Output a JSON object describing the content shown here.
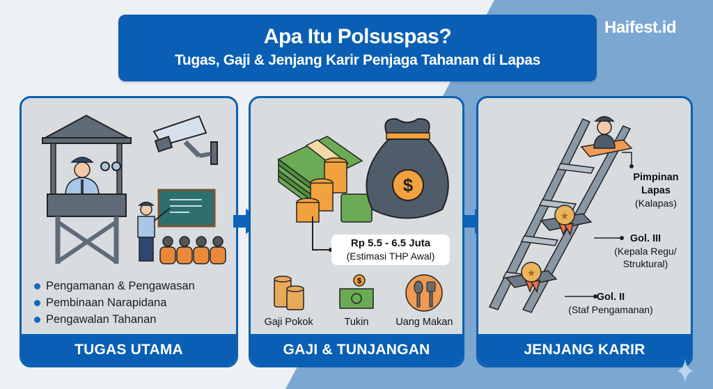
{
  "header": {
    "title": "Apa Itu Polsuspas?",
    "subtitle": "Tugas, Gaji & Jenjang Karir Penjaga Tahanan di Lapas",
    "brand": "Haifest.id"
  },
  "colors": {
    "primary_blue": "#0a5fb4",
    "background_light": "#eef1f3",
    "background_blue": "#7ba7d1",
    "card_bg": "#d9dcdf",
    "bullet": "#1766c0"
  },
  "cards": [
    {
      "title": "TUGAS UTAMA",
      "illustrations": [
        "watchtower-guard-icon",
        "cctv-camera-icon",
        "teacher-classroom-icon"
      ],
      "bullets": [
        "Pengamanan & Pengawasan",
        "Pembinaan Narapidana",
        "Pengawalan Tahanan"
      ]
    },
    {
      "title": "GAJI & TUNJANGAN",
      "illustrations": [
        "money-stack-icon",
        "money-bag-icon"
      ],
      "salary": {
        "range": "Rp 5.5 - 6.5 Juta",
        "note": "(Estimasi THP Awal)"
      },
      "benefits": [
        {
          "label": "Gaji Pokok",
          "icon": "coins-stack-icon"
        },
        {
          "label": "Tukin",
          "icon": "banknote-icon"
        },
        {
          "label": "Uang Makan",
          "icon": "spoon-fork-icon"
        }
      ]
    },
    {
      "title": "JENJANG KARIR",
      "illustrations": [
        "career-ladder-icon"
      ],
      "levels": [
        {
          "title": "Pimpinan",
          "title2": "Lapas",
          "desc": "(Kalapas)"
        },
        {
          "title": "Gol. III",
          "desc": "(Kepala Regu/",
          "desc2": "Struktural)"
        },
        {
          "title": "Gol. II",
          "desc": "(Staf Pengamanan)"
        }
      ]
    }
  ]
}
